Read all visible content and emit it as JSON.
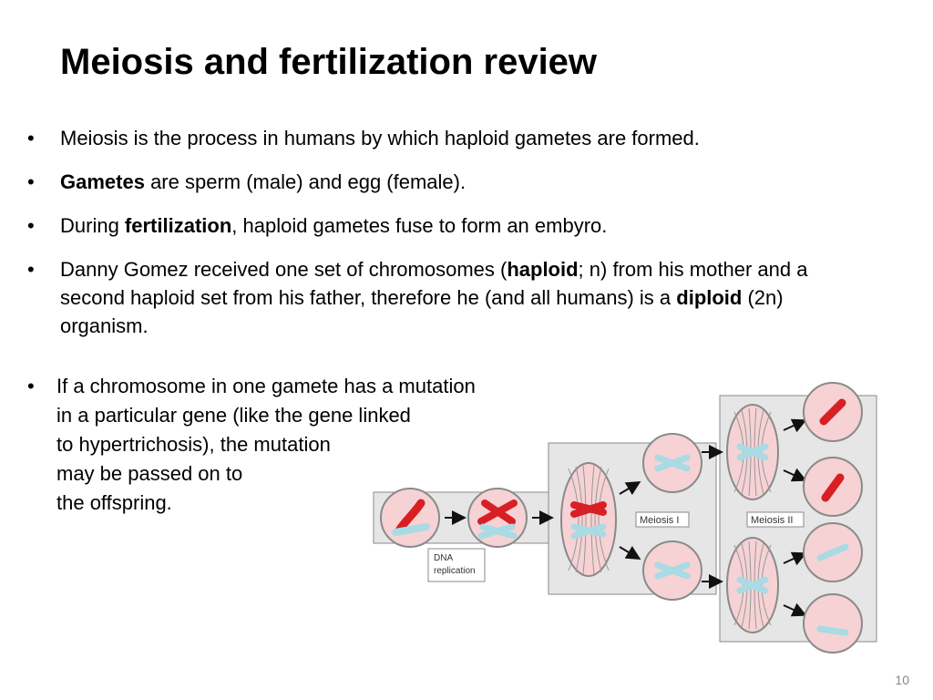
{
  "slide": {
    "title": "Meiosis and fertilization review",
    "bullets": [
      {
        "parts": [
          "Meiosis is the process in humans by which haploid gametes are formed."
        ]
      },
      {
        "parts": [
          "",
          "Gametes",
          " are sperm (male) and egg (female)."
        ]
      },
      {
        "parts": [
          "During ",
          "fertilization",
          ", haploid gametes fuse to form an embyro."
        ]
      },
      {
        "parts": [
          "Danny Gomez received one set of chromosomes (",
          "haploid",
          "; n) from his mother and a second haploid set from his father, therefore he (and all humans) is a ",
          "diploid",
          " (2n) organism."
        ]
      }
    ],
    "mutation_bullet": {
      "lines": [
        "If a chromosome in one gamete has a mutation",
        "in a particular gene (like the gene linked",
        "to hypertrichosis), the mutation",
        "may be passed on to",
        "the offspring."
      ]
    },
    "bullet_symbol": "•",
    "slide_number": "10"
  },
  "diagram": {
    "labels": {
      "dna_replication_1": "DNA",
      "dna_replication_2": "replication",
      "meiosis_1": "Meiosis I",
      "meiosis_2": "Meiosis II"
    },
    "colors": {
      "cell_fill": "#f6d2d4",
      "cell_stroke": "#8a8a8a",
      "panel_fill": "#e6e6e6",
      "red_chromosome": "#d81f26",
      "blue_chromosome": "#a9dbe4",
      "arrow": "#111111"
    }
  }
}
